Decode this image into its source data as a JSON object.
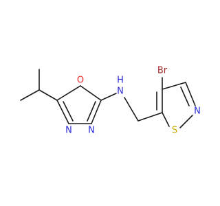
{
  "molecule": {
    "atoms": [
      {
        "id": "Br",
        "symbol": "Br",
        "color": "#a52a2a"
      },
      {
        "id": "NH",
        "symbol": "N",
        "sub_label": "H",
        "color": "#2b2bd6"
      },
      {
        "id": "O",
        "symbol": "O",
        "color": "#e8262a"
      },
      {
        "id": "N_isothiazole",
        "symbol": "N",
        "color": "#2b2bd6"
      },
      {
        "id": "S",
        "symbol": "S",
        "color": "#c8a800"
      },
      {
        "id": "N_oxa_left",
        "symbol": "N",
        "color": "#2b2bd6"
      },
      {
        "id": "N_oxa_right",
        "symbol": "N",
        "color": "#2b2bd6"
      }
    ],
    "bond_color": "#1a1a1a"
  }
}
